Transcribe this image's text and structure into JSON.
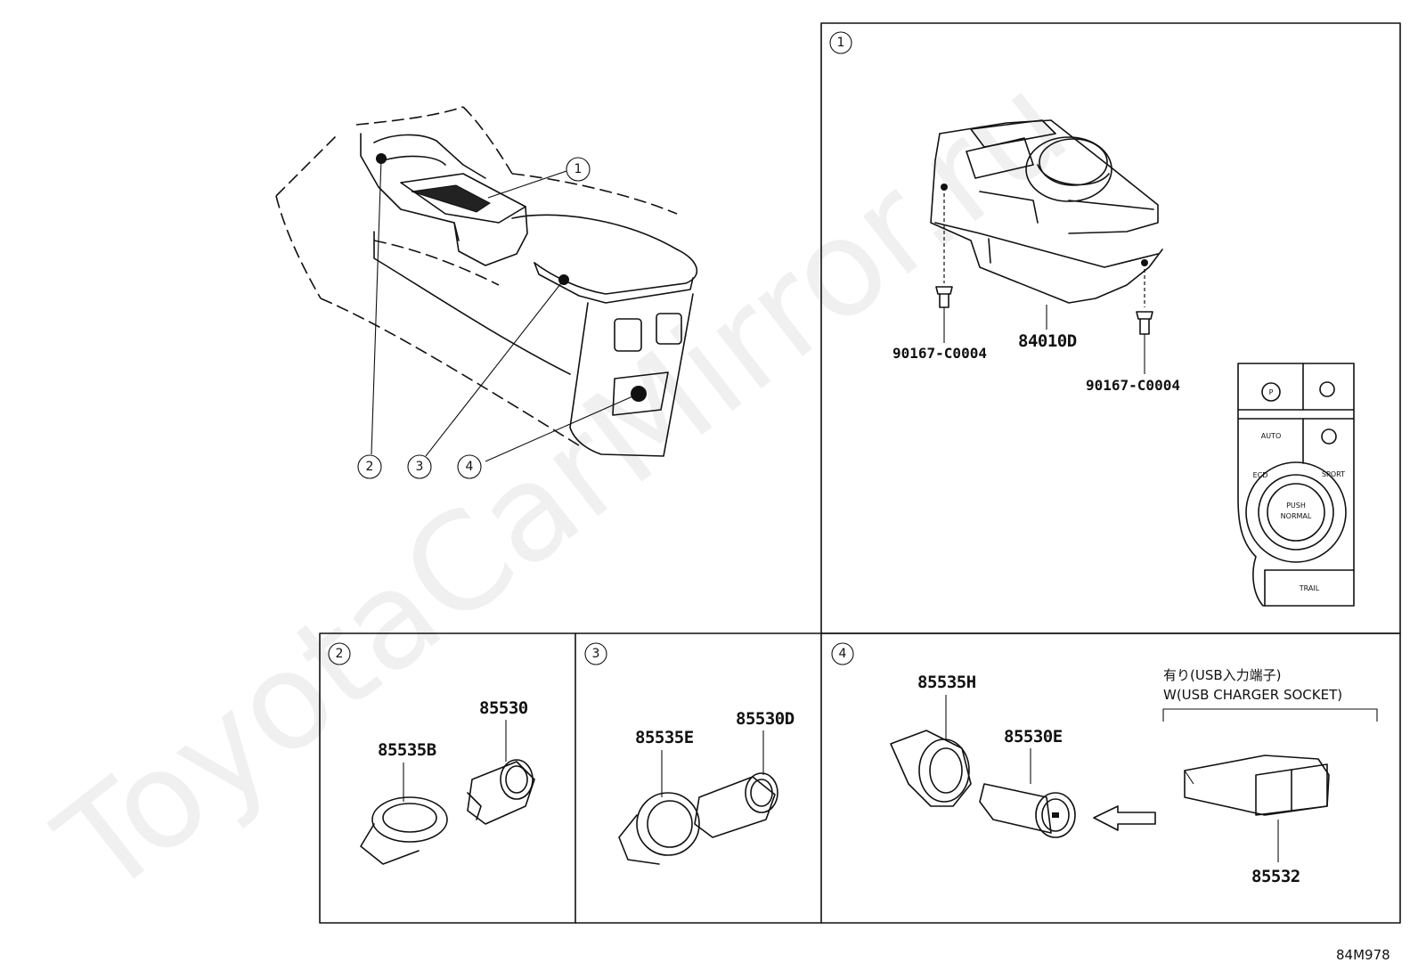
{
  "watermark": "ToyotaCarMirror.ru",
  "diagram_code": "84M978",
  "callouts": [
    "1",
    "2",
    "3",
    "4"
  ],
  "panel1": {
    "callout": "1",
    "parts": {
      "switch": "84010D",
      "screw_left": "90167-C0004",
      "screw_right": "90167-C0004"
    },
    "switch_labels": {
      "auto": "AUTO",
      "push": "PUSH",
      "normal": "NORMAL",
      "trail": "TRAIL",
      "ecd": "ECD",
      "sport": "SPORT"
    }
  },
  "panel2": {
    "callout": "2",
    "parts": {
      "socket": "85530",
      "cover": "85535B"
    }
  },
  "panel3": {
    "callout": "3",
    "parts": {
      "socket": "85530D",
      "cover": "85535E"
    }
  },
  "panel4": {
    "callout": "4",
    "parts": {
      "cover": "85535H",
      "socket": "85530E",
      "usb": "85532"
    },
    "note_jp": "有り(USB入力端子)",
    "note_en": "W(USB CHARGER SOCKET)"
  }
}
